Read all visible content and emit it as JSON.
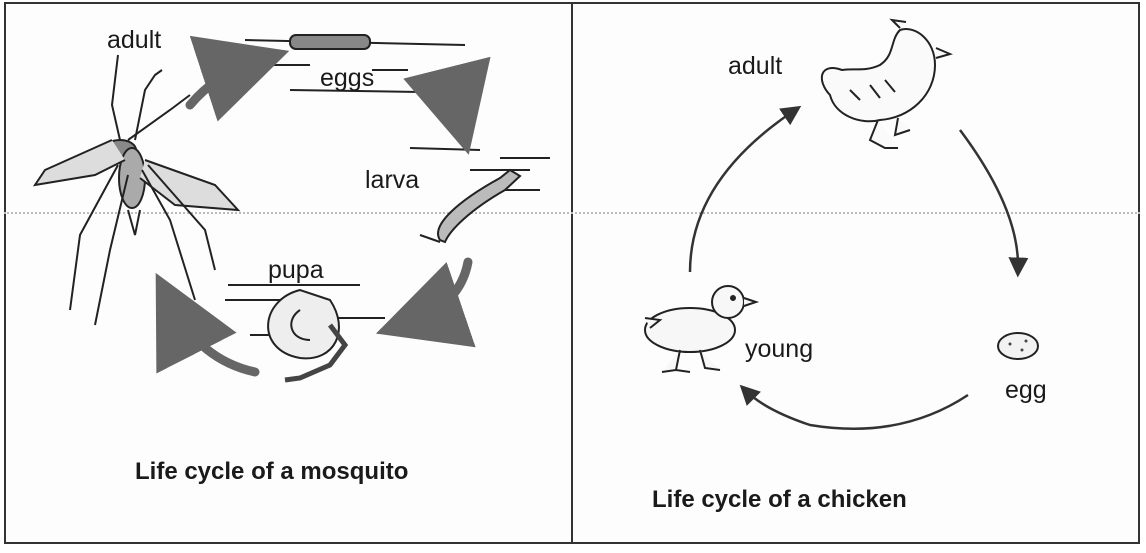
{
  "mosquito": {
    "labels": {
      "adult": "adult",
      "eggs": "eggs",
      "larva": "larva",
      "pupa": "pupa"
    },
    "caption": "Life cycle of a mosquito"
  },
  "chicken": {
    "labels": {
      "adult": "adult",
      "egg": "egg",
      "young": "young"
    },
    "caption": "Life cycle of a chicken"
  }
}
